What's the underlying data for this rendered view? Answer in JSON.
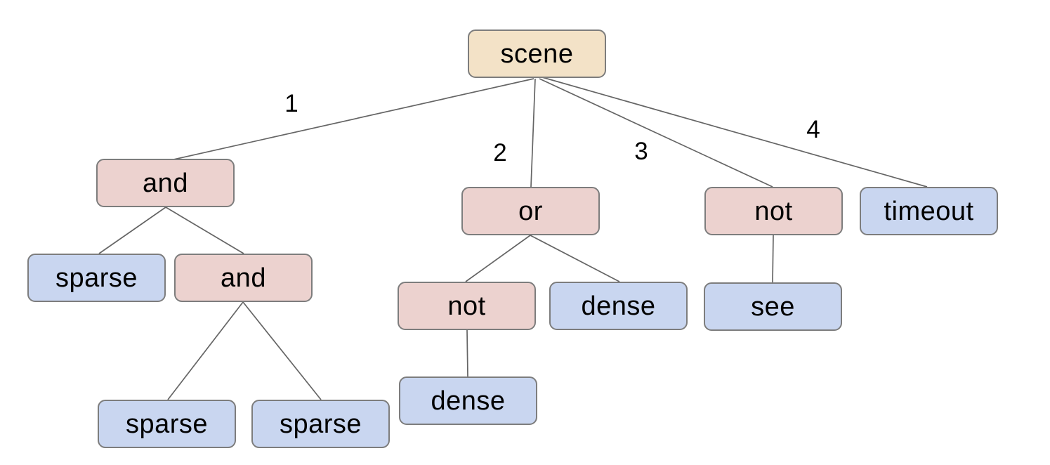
{
  "diagram": {
    "kind": "behavior-tree",
    "background": "#ffffff",
    "node_colors": {
      "root": "#f3e2c7",
      "operator": "#ecd2cf",
      "leaf": "#c9d6f0"
    },
    "border_color": "#7d7d7d",
    "edge_color": "#656565",
    "text_color": "#000000",
    "nodes": [
      {
        "id": "scene",
        "label": "scene",
        "kind": "root"
      },
      {
        "id": "and-1",
        "label": "and",
        "kind": "operator"
      },
      {
        "id": "or-1",
        "label": "or",
        "kind": "operator"
      },
      {
        "id": "not-1",
        "label": "not",
        "kind": "operator"
      },
      {
        "id": "timeout-1",
        "label": "timeout",
        "kind": "leaf"
      },
      {
        "id": "sparse-1",
        "label": "sparse",
        "kind": "leaf"
      },
      {
        "id": "and-2",
        "label": "and",
        "kind": "operator"
      },
      {
        "id": "not-2",
        "label": "not",
        "kind": "operator"
      },
      {
        "id": "dense-1",
        "label": "dense",
        "kind": "leaf"
      },
      {
        "id": "see-1",
        "label": "see",
        "kind": "leaf"
      },
      {
        "id": "sparse-2",
        "label": "sparse",
        "kind": "leaf"
      },
      {
        "id": "sparse-3",
        "label": "sparse",
        "kind": "leaf"
      },
      {
        "id": "dense-2",
        "label": "dense",
        "kind": "leaf"
      }
    ],
    "edges": [
      {
        "from": "scene",
        "to": "and-1",
        "label": "1"
      },
      {
        "from": "scene",
        "to": "or-1",
        "label": "2"
      },
      {
        "from": "scene",
        "to": "not-1",
        "label": "3"
      },
      {
        "from": "scene",
        "to": "timeout-1",
        "label": "4"
      },
      {
        "from": "and-1",
        "to": "sparse-1"
      },
      {
        "from": "and-1",
        "to": "and-2"
      },
      {
        "from": "or-1",
        "to": "not-2"
      },
      {
        "from": "or-1",
        "to": "dense-1"
      },
      {
        "from": "not-1",
        "to": "see-1"
      },
      {
        "from": "and-2",
        "to": "sparse-2"
      },
      {
        "from": "and-2",
        "to": "sparse-3"
      },
      {
        "from": "not-2",
        "to": "dense-2"
      }
    ]
  }
}
